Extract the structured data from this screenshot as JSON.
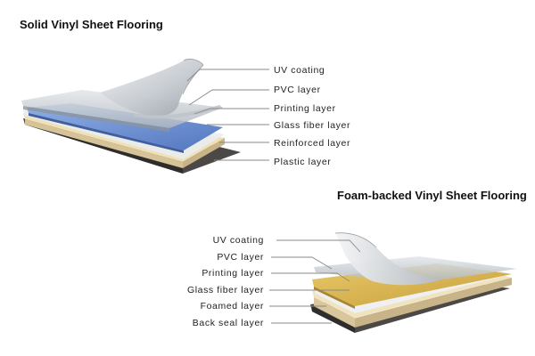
{
  "solid": {
    "title": "Solid Vinyl Sheet Flooring",
    "layers": [
      {
        "label": "UV coating"
      },
      {
        "label": "PVC  layer"
      },
      {
        "label": "Printing layer"
      },
      {
        "label": "Glass fiber  layer"
      },
      {
        "label": "Reinforced  layer"
      },
      {
        "label": "Plastic  layer"
      }
    ]
  },
  "foam": {
    "title": "Foam-backed Vinyl Sheet Flooring",
    "layers": [
      {
        "label": "UV coating"
      },
      {
        "label": "PVC  layer"
      },
      {
        "label": "Printing layer"
      },
      {
        "label": "Glass fiber  layer"
      },
      {
        "label": "Foamed  layer"
      },
      {
        "label": "Back seal  layer"
      }
    ]
  },
  "colors": {
    "uv_film": "#c8cdd2",
    "pvc": "#b9c3ce",
    "printing_solid": "#6b8fd4",
    "printing_foam": "#d8b653",
    "base": "#f1e3bf",
    "backing": "#4b4846",
    "leader": "#8a8a8a"
  }
}
